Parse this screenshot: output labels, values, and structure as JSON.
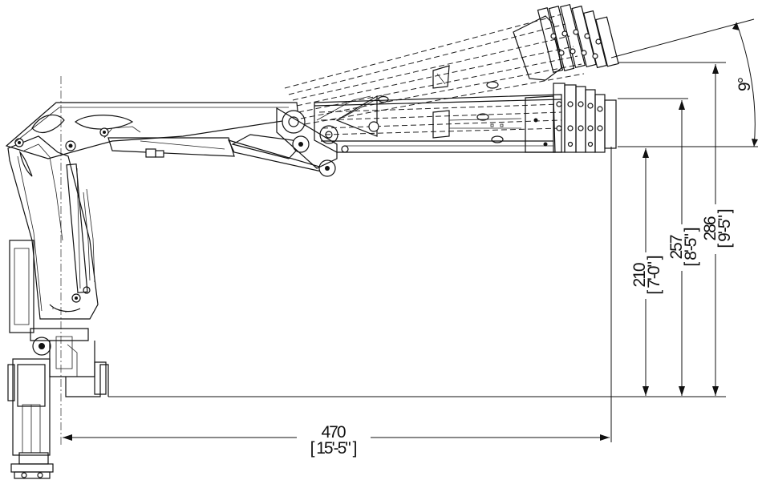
{
  "drawing": {
    "dimensions": {
      "horizontal_reach": {
        "metric": "470",
        "imperial": "[ 15'-5\" ]"
      },
      "height_low": {
        "metric": "210",
        "imperial": "[ 7'-0\" ]"
      },
      "height_mid": {
        "metric": "257",
        "imperial": "[ 8'-5\" ]"
      },
      "height_high": {
        "metric": "286",
        "imperial": "[ 9'-5\" ]"
      },
      "angle": {
        "value": "9°"
      }
    }
  }
}
